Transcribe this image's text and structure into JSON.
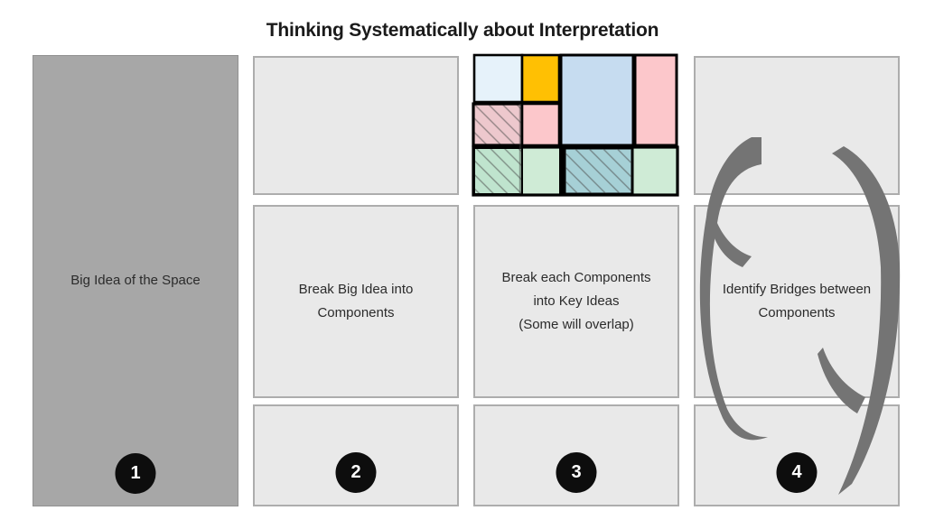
{
  "slide": {
    "title": "Thinking Systematically about Interpretation"
  },
  "steps": [
    {
      "number": "1",
      "label": "Big Idea of the Space"
    },
    {
      "number": "2",
      "label": "Break Big Idea into\nComponents"
    },
    {
      "number": "3",
      "label": "Break each Components\ninto Key Ideas\n(Some will overlap)"
    },
    {
      "number": "4",
      "label": "Identify Bridges between\nComponents"
    }
  ],
  "colors": {
    "panel_dark": "#a7a7a7",
    "panel_light": "#e9e9e9",
    "panel_border": "#adadad",
    "badge_bg": "#0d0d0d",
    "badge_text": "#ffffff",
    "arrow_gray": "#747474",
    "title_text": "#1a1a1a"
  },
  "mosaic": {
    "icon": "treemap-mosaic-icon",
    "colors": {
      "light_blue": "#e6f2fa",
      "orange": "#ffc003",
      "blue": "#c6dcf0",
      "pink": "#fcc7cb",
      "pink_hatched": "#edc8cd",
      "green": "#cfebd6",
      "green_hatched": "#bfe4ce",
      "teal_hatched": "#a6d0d6",
      "outline": "#000000"
    }
  },
  "arrows": {
    "icon": "cycle-arrows-icon"
  }
}
